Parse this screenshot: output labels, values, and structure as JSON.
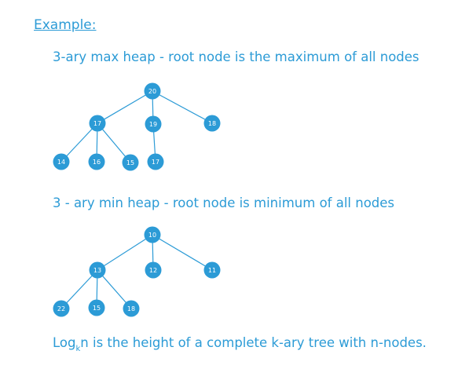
{
  "heading": "Example:",
  "max_heap": {
    "title": "3-ary max heap - root node is the maximum of all nodes",
    "nodes": [
      {
        "id": "m0",
        "label": "20"
      },
      {
        "id": "m1",
        "label": "17"
      },
      {
        "id": "m2",
        "label": "19"
      },
      {
        "id": "m3",
        "label": "18"
      },
      {
        "id": "m4",
        "label": "14"
      },
      {
        "id": "m5",
        "label": "16"
      },
      {
        "id": "m6",
        "label": "15"
      },
      {
        "id": "m7",
        "label": "17"
      }
    ],
    "edges": [
      [
        "m0",
        "m1"
      ],
      [
        "m0",
        "m2"
      ],
      [
        "m0",
        "m3"
      ],
      [
        "m1",
        "m4"
      ],
      [
        "m1",
        "m5"
      ],
      [
        "m1",
        "m6"
      ],
      [
        "m2",
        "m7"
      ]
    ]
  },
  "min_heap": {
    "title": "3 - ary min heap - root node is minimum of all nodes",
    "nodes": [
      {
        "id": "n0",
        "label": "10"
      },
      {
        "id": "n1",
        "label": "13"
      },
      {
        "id": "n2",
        "label": "12"
      },
      {
        "id": "n3",
        "label": "11"
      },
      {
        "id": "n4",
        "label": "22"
      },
      {
        "id": "n5",
        "label": "15"
      },
      {
        "id": "n6",
        "label": "18"
      }
    ],
    "edges": [
      [
        "n0",
        "n1"
      ],
      [
        "n0",
        "n2"
      ],
      [
        "n0",
        "n3"
      ],
      [
        "n1",
        "n4"
      ],
      [
        "n1",
        "n5"
      ],
      [
        "n1",
        "n6"
      ]
    ]
  },
  "footer": {
    "prefix": "Log",
    "sub": "k",
    "rest": "n is the height of a complete k-ary tree with n-nodes."
  },
  "colors": {
    "accent": "#2c9bd6",
    "node_fill": "#2c9bd6",
    "edge": "#2c9bd6",
    "node_text": "#ffffff"
  }
}
